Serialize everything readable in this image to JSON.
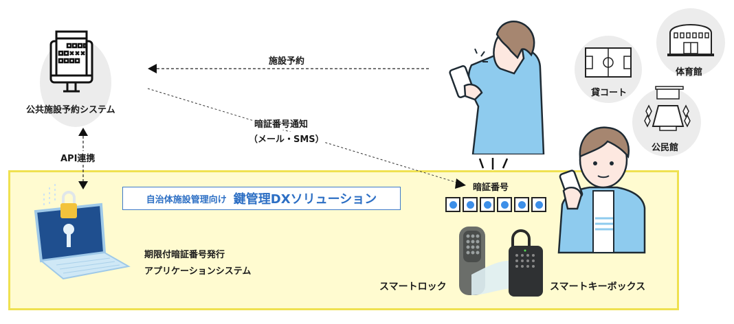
{
  "system": {
    "label": "公共施設予約システム"
  },
  "arrows": {
    "reservation": "施設予約",
    "notify_line1": "暗証番号通知",
    "notify_line2": "（メール・SMS）",
    "api": "API連携"
  },
  "solution": {
    "subtitle": "自治体施設管理向け",
    "title": "鍵管理DXソリューション",
    "app_line1": "期限付暗証番号発行",
    "app_line2": "アプリケーションシステム"
  },
  "passcode": {
    "label": "暗証番号",
    "digits": 6,
    "dot_color": "#3d8fe8"
  },
  "devices": {
    "lock": "スマートロック",
    "keybox": "スマートキーボックス"
  },
  "facilities": [
    {
      "label": "貸コート",
      "icon": "court-icon"
    },
    {
      "label": "体育館",
      "icon": "gymnasium-icon"
    },
    {
      "label": "公民館",
      "icon": "community-hall-icon"
    }
  ],
  "colors": {
    "accent": "#2d6fc4",
    "panel": "#fffbd0",
    "panel_border": "#efe150",
    "shirt": "#8ecbee"
  }
}
